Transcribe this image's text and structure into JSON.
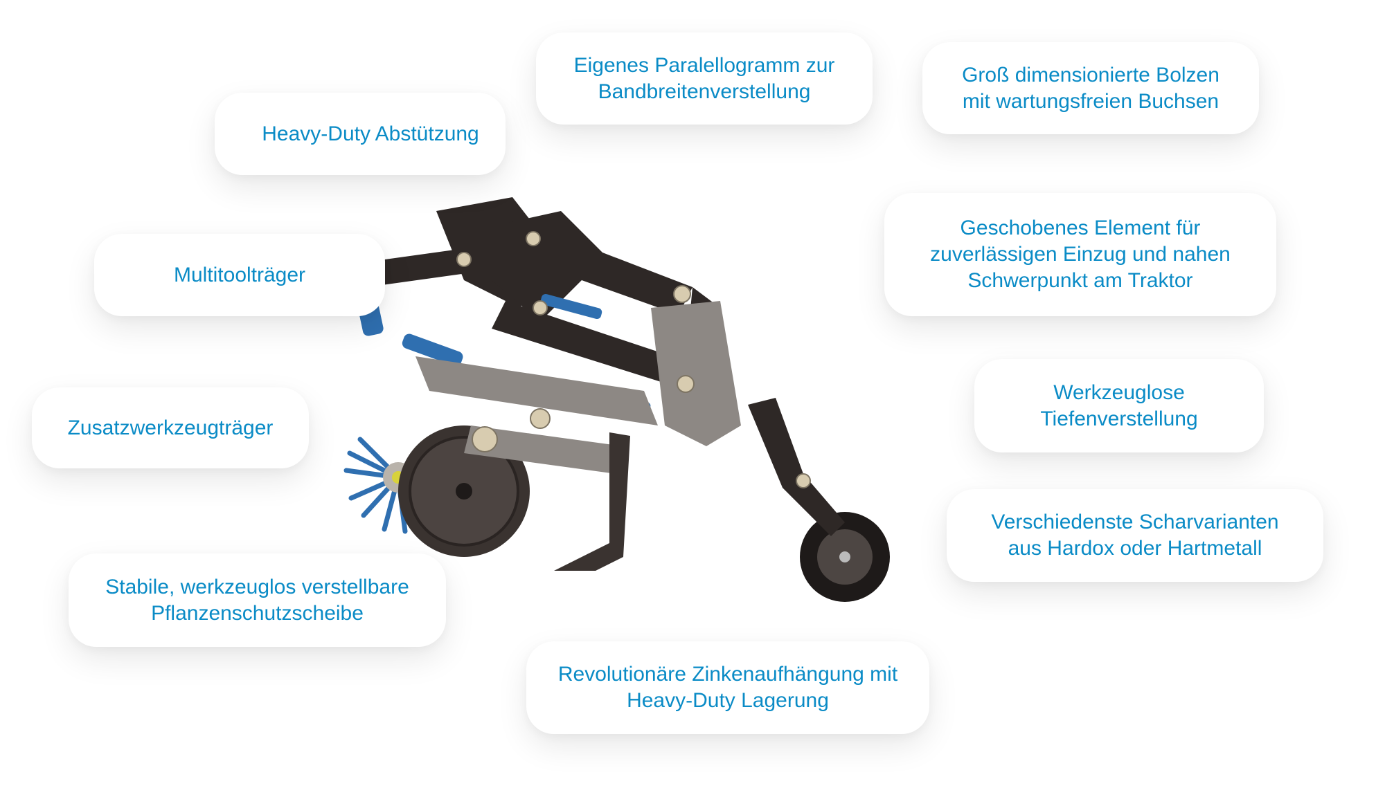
{
  "accent_color": "#0a8bc6",
  "machine_image": {
    "icon": "seed-drill-machine-illustration"
  },
  "features": [
    {
      "id": "heavy-duty-support",
      "text": "Heavy-Duty Abstützung"
    },
    {
      "id": "parallelogram",
      "text": "Eigenes Paralellogramm zur\nBandbreitenverstellung"
    },
    {
      "id": "bolts",
      "text": "Groß dimensionierte Bolzen\nmit wartungsfreien Buchsen"
    },
    {
      "id": "multitool",
      "text": "Multitoolträger"
    },
    {
      "id": "pushed-element",
      "text": "Geschobenes Element für\nzuverlässigen Einzug und nahen\nSchwerpunkt am Traktor"
    },
    {
      "id": "additional-tool",
      "text": "Zusatzwerkzeugträger"
    },
    {
      "id": "depth-adjust",
      "text": "Werkzeuglose\nTiefenverstellung"
    },
    {
      "id": "protection-disc",
      "text": "Stabile, werkzeuglos verstellbare\nPflanzenschutzscheibe"
    },
    {
      "id": "shares",
      "text": "Verschiedenste Scharvarianten\naus Hardox oder Hartmetall"
    },
    {
      "id": "tine-suspension",
      "text": "Revolutionäre Zinkenaufhängung mit\nHeavy-Duty Lagerung"
    }
  ]
}
